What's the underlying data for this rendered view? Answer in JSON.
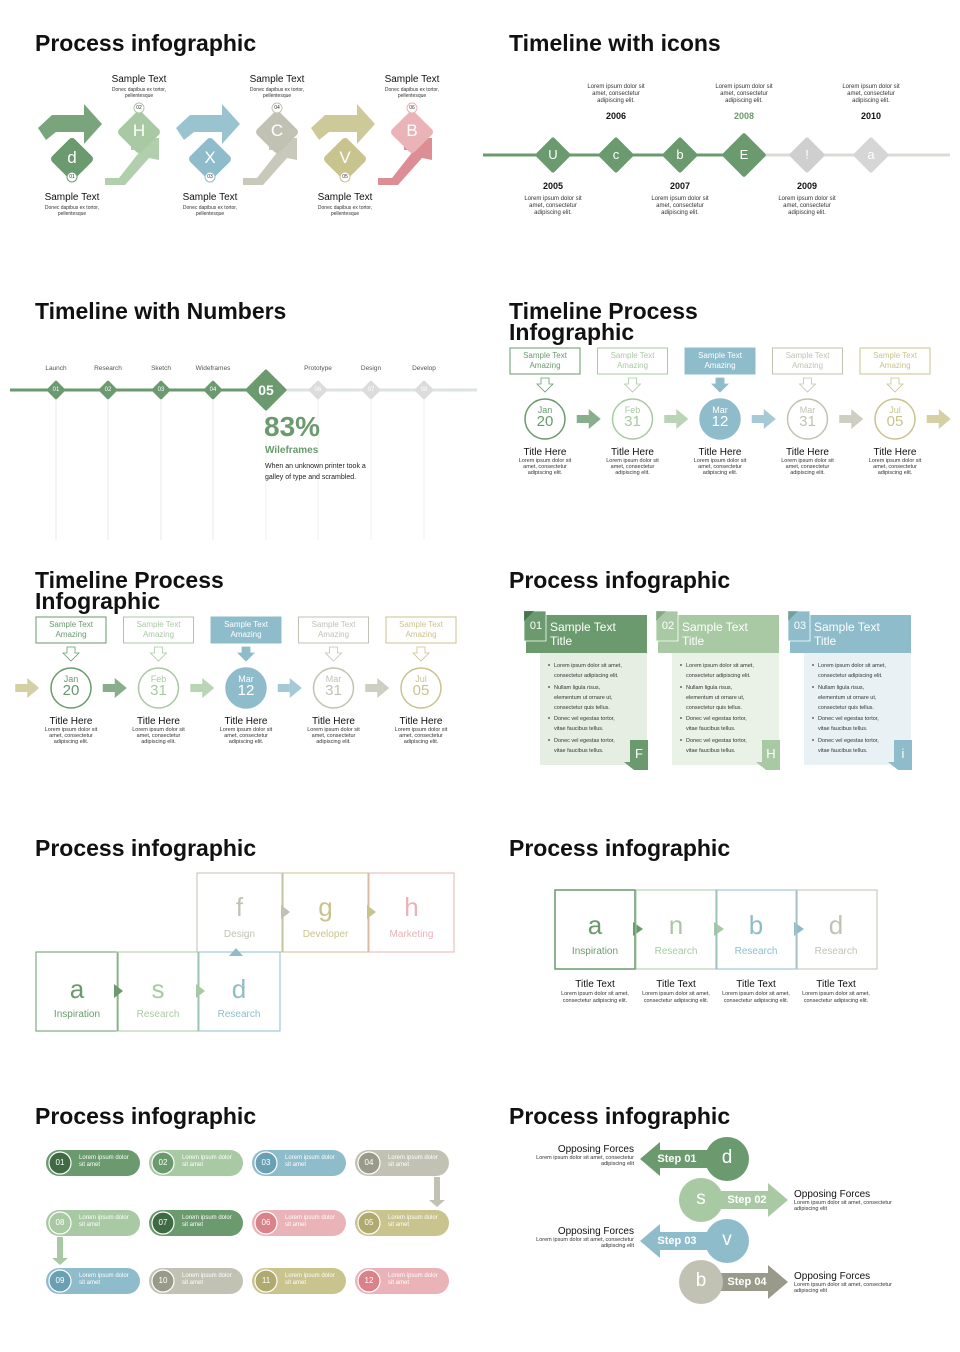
{
  "colors": {
    "dgreen": "#6a9a6e",
    "lgreen": "#a9c9a4",
    "blue": "#8fbccb",
    "gray": "#c2c2b4",
    "olive": "#c9c38e",
    "red": "#d9828a",
    "pink": "#eab3b7",
    "text": "#111111"
  },
  "p1": {
    "title": "Process infographic",
    "letters": [
      "d",
      "H",
      "X",
      "C",
      "V",
      "B"
    ],
    "nums": [
      "01",
      "02",
      "03",
      "04",
      "05",
      "06"
    ],
    "label": "Sample Text",
    "desc": "Donec dapibus ex tortor,\npellentesque"
  },
  "p2": {
    "title": "Timeline with icons",
    "nodes": [
      "U",
      "c",
      "b",
      "E",
      "!",
      "a"
    ],
    "years_top": [
      "2006",
      "2008",
      "2010"
    ],
    "years_bottom": [
      "2005",
      "2007",
      "2009"
    ],
    "desc": "Lorem ipsum dolor sit\namet, consectetur\nadipiscing elit."
  },
  "p3": {
    "title": "Timeline with Numbers",
    "steps": [
      "Launch",
      "Research",
      "Sketch",
      "Wideframes",
      "",
      "Prototype",
      "Design",
      "Develop"
    ],
    "nums": [
      "01",
      "02",
      "03",
      "04",
      "05",
      "06",
      "07",
      "08"
    ],
    "percent": "83%",
    "subtitle": "Wileframes",
    "desc": "When an unknown printer took a\ngalley of type and scrambled."
  },
  "p4": {
    "title": "Timeline Process\nInfographic",
    "box": "Sample Text\nAmazing",
    "months": [
      "Jan",
      "Feb",
      "Mar",
      "Mar",
      "Jul"
    ],
    "days": [
      "20",
      "31",
      "12",
      "31",
      "05"
    ],
    "head": "Title Here",
    "desc": "Lorem ipsum dolor sit\namet, consectetur\nadipiscing elit."
  },
  "p6": {
    "title": "Process infographic",
    "nums": [
      "01",
      "02",
      "03"
    ],
    "head": "Sample Text\nTitle",
    "letters": [
      "F",
      "H",
      "i"
    ],
    "bullets": [
      "Lorem ipsum dolor sit amet,\nconsectetur adipiscing elit.",
      "Nullam ligula risus,\nelementum ut ornare ut,\nconsectetur quis tellus.",
      "Donec vel egestas tortor,\nvitae faucibus tellus.",
      "Donec vel egestas tortor,\nvitae faucibus tellus."
    ]
  },
  "p7": {
    "title": "Process infographic",
    "top": [
      {
        "l": "f",
        "t": "Design"
      },
      {
        "l": "g",
        "t": "Developer"
      },
      {
        "l": "h",
        "t": "Marketing"
      }
    ],
    "bottom": [
      {
        "l": "a",
        "t": "Inspiration"
      },
      {
        "l": "s",
        "t": "Research"
      },
      {
        "l": "d",
        "t": "Research"
      }
    ]
  },
  "p8": {
    "title": "Process infographic",
    "cells": [
      {
        "l": "a",
        "t": "Inspiration"
      },
      {
        "l": "n",
        "t": "Research"
      },
      {
        "l": "b",
        "t": "Research"
      },
      {
        "l": "d",
        "t": "Research"
      }
    ],
    "head": "Title Text",
    "desc": "Lorem ipsum dolor sit amet,\nconsectetur adipiscing elit."
  },
  "p9": {
    "title": "Process infographic",
    "nums": [
      "01",
      "02",
      "03",
      "04",
      "08",
      "07",
      "06",
      "05",
      "09",
      "10",
      "11",
      "12"
    ],
    "text": "Lorem ipsum dolor\nsit amet"
  },
  "p10": {
    "title": "Process infographic",
    "steps": [
      {
        "s": "Step 01",
        "l": "d"
      },
      {
        "s": "Step 02",
        "l": "s"
      },
      {
        "s": "Step 03",
        "l": "v"
      },
      {
        "s": "Step 04",
        "l": "b"
      }
    ],
    "head": "Opposing Forces",
    "desc": "Lorem ipsum dolor sit amet, consectetur\nadipiscing elit"
  }
}
